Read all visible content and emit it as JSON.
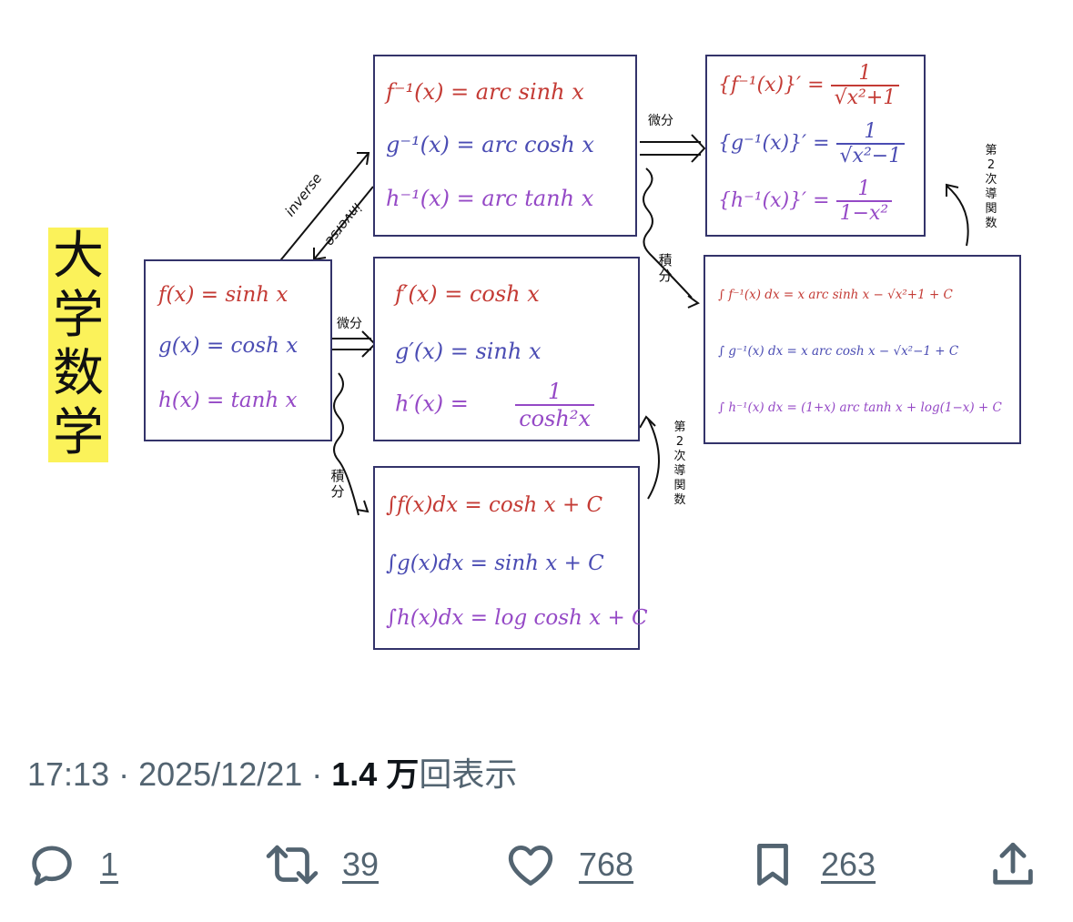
{
  "diagram": {
    "title_chars": [
      "大",
      "学",
      "数",
      "学"
    ],
    "base_box": {
      "f": "f(x) =  sinh x",
      "g": "g(x) =  cosh x",
      "h": "h(x) =  tanh x"
    },
    "inverse_box": {
      "f": "f⁻¹(x) = arc sinh x",
      "g": "g⁻¹(x) = arc cosh x",
      "h": "h⁻¹(x) = arc tanh x"
    },
    "derivative_box": {
      "f": "f′(x) =    cosh x",
      "g": "g′(x) =    sinh x",
      "h_lhs": "h′(x) =",
      "h_num": "1",
      "h_den": "cosh²x"
    },
    "integral_box": {
      "f": "∫f(x)dx =  cosh x + C",
      "g": "∫g(x)dx = sinh x + C",
      "h": "∫h(x)dx = log cosh x + C"
    },
    "inverse_derivative_box": {
      "f_lhs": "{f⁻¹(x)}′ =",
      "f_num": "1",
      "f_den": "√x²+1",
      "g_lhs": "{g⁻¹(x)}′ =",
      "g_num": "1",
      "g_den": "√x²−1",
      "h_lhs": "{h⁻¹(x)}′ =",
      "h_num": "1",
      "h_den": "1−x²"
    },
    "inverse_integral_box": {
      "f": "∫ f⁻¹(x) dx = x arc sinh x − √x²+1 + C",
      "g": "∫ g⁻¹(x) dx = x arc cosh x − √x²−1 + C",
      "h": "∫ h⁻¹(x) dx = (1+x) arc tanh x + log(1−x) + C"
    },
    "labels": {
      "inverse_up": "inverse",
      "inverse_down": "inverse",
      "differentiate_1": "微分",
      "differentiate_2": "微分",
      "integrate_1": "積分",
      "integrate_2": "積分",
      "second_kind_1": "第2次導関数",
      "second_kind_2": "第2次導関数"
    }
  },
  "tweet": {
    "time": "17:13",
    "sep1": " · ",
    "date": "2025/12/21",
    "sep2": " · ",
    "views": "1.4 万",
    "views_suffix": "回表示"
  },
  "actions": {
    "reply_count": "1",
    "retweet_count": "39",
    "like_count": "768",
    "bookmark_count": "263"
  },
  "colors": {
    "red": "#c43b35",
    "blue": "#4a4cb3",
    "purple": "#9549c6",
    "highlight": "#fbf25a",
    "meta_gray": "#536471"
  },
  "icons": [
    "reply-icon",
    "retweet-icon",
    "like-icon",
    "bookmark-icon",
    "share-icon"
  ]
}
